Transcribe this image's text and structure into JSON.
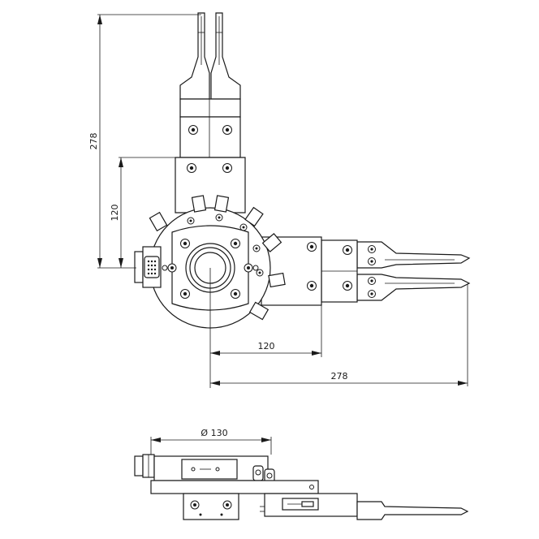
{
  "dimensions": {
    "vertical_overall": "278",
    "vertical_inner": "120",
    "horizontal_inner": "120",
    "horizontal_overall": "278",
    "diameter": "Ø 130"
  }
}
